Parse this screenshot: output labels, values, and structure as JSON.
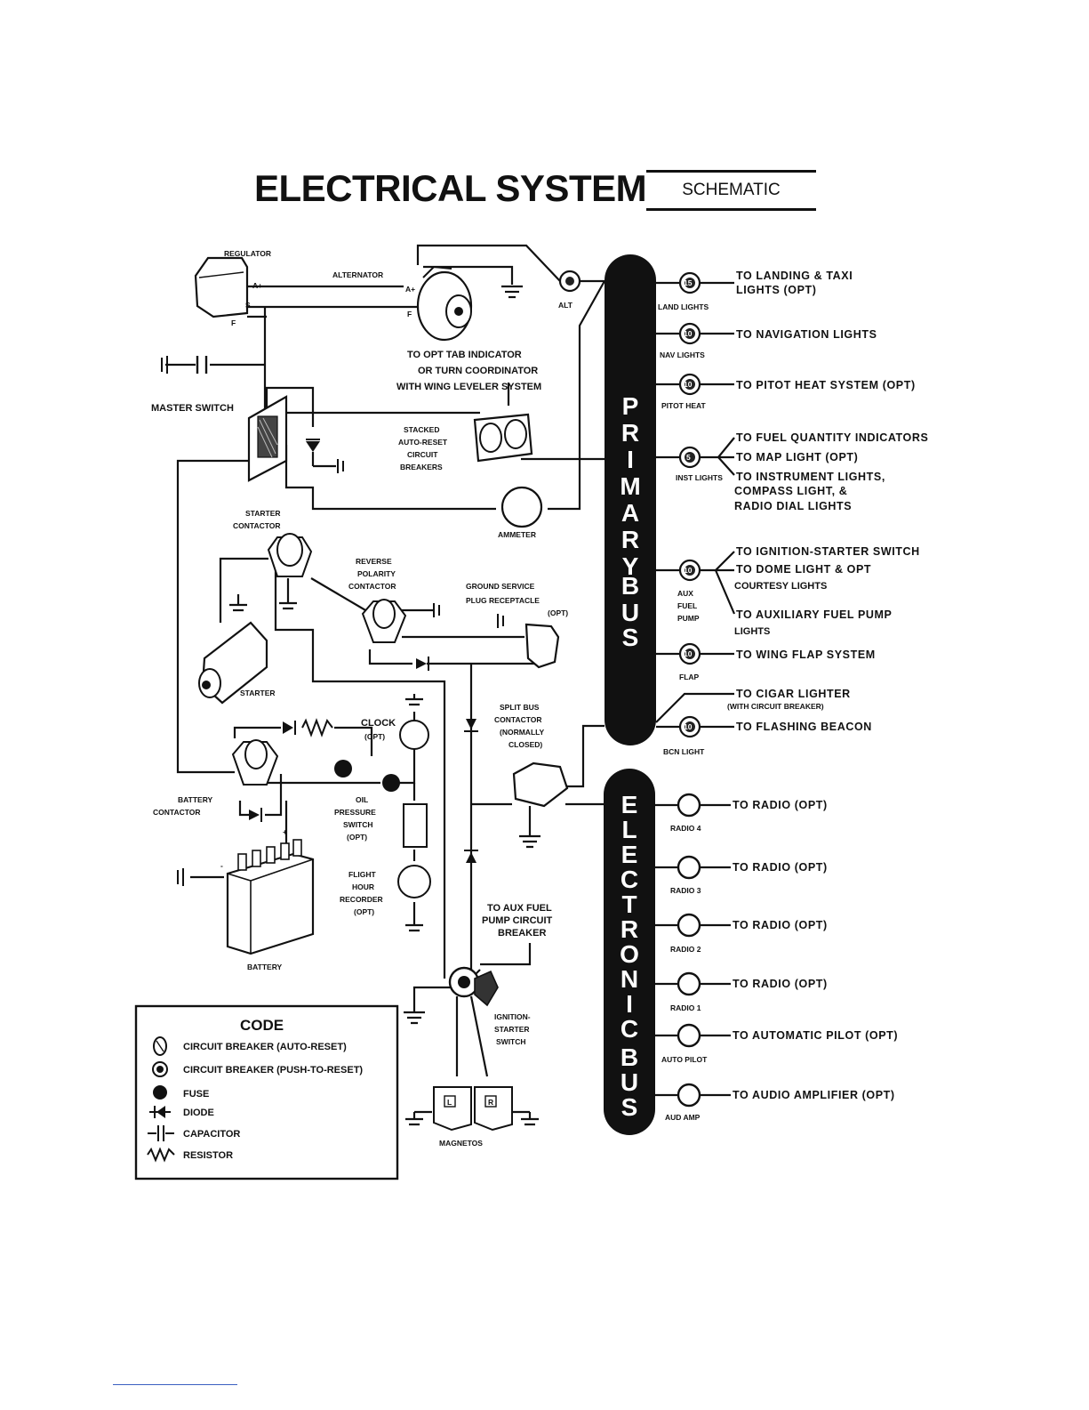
{
  "title": "ELECTRICAL SYSTEM",
  "subtitle": "SCHEMATIC",
  "components": {
    "regulator": "REGULATOR",
    "alternator": "ALTERNATOR",
    "alt_breaker": "ALT",
    "tab_indicator": [
      "TO OPT TAB INDICATOR",
      "OR TURN COORDINATOR",
      "WITH WING LEVELER SYSTEM"
    ],
    "master_switch": "MASTER SWITCH",
    "stacked_breakers": [
      "STACKED",
      "AUTO-RESET",
      "CIRCUIT",
      "BREAKERS"
    ],
    "ammeter": "AMMETER",
    "starter_contactor": [
      "STARTER",
      "CONTACTOR"
    ],
    "reverse_polarity": [
      "REVERSE",
      "POLARITY",
      "CONTACTOR"
    ],
    "ground_service": [
      "GROUND SERVICE",
      "PLUG RECEPTACLE",
      "(OPT)"
    ],
    "starter": "STARTER",
    "clock": [
      "CLOCK",
      "(OPT)"
    ],
    "split_bus": [
      "SPLIT BUS",
      "CONTACTOR",
      "(NORMALLY",
      "CLOSED)"
    ],
    "battery_contactor": [
      "BATTERY",
      "CONTACTOR"
    ],
    "oil_pressure": [
      "OIL",
      "PRESSURE",
      "SWITCH",
      "(OPT)"
    ],
    "flight_hour": [
      "FLIGHT",
      "HOUR",
      "RECORDER",
      "(OPT)"
    ],
    "aux_fuel_pump_cb": [
      "TO AUX FUEL",
      "PUMP CIRCUIT",
      "BREAKER"
    ],
    "battery": "BATTERY",
    "ignition_switch": [
      "IGNITION-",
      "STARTER",
      "SWITCH"
    ],
    "magnetos": "MAGNETOS",
    "magneto_left": "L",
    "magneto_right": "R"
  },
  "primary_bus": {
    "label": "PRIMARY BUS",
    "letters": [
      "P",
      "R",
      "I",
      "M",
      "A",
      "R",
      "Y",
      "B",
      "U",
      "S"
    ],
    "breakers": [
      {
        "name": "LAND LIGHTS",
        "rating": "15",
        "dest": [
          "TO LANDING & TAXI",
          "LIGHTS (OPT)"
        ]
      },
      {
        "name": "NAV LIGHTS",
        "rating": "10",
        "dest": [
          "TO NAVIGATION LIGHTS"
        ]
      },
      {
        "name": "PITOT HEAT",
        "rating": "10",
        "dest": [
          "TO PITOT HEAT SYSTEM (OPT)"
        ]
      },
      {
        "name": "INST LIGHTS",
        "rating": "5",
        "dest": [
          "TO FUEL QUANTITY INDICATORS",
          "TO MAP LIGHT (OPT)",
          "TO INSTRUMENT LIGHTS,",
          "COMPASS LIGHT, &",
          "RADIO DIAL LIGHTS"
        ]
      },
      {
        "name": "AUX FUEL PUMP",
        "rating": "10",
        "dest": [
          "TO IGNITION-STARTER SWITCH",
          "TO DOME LIGHT & OPT",
          "COURTESY LIGHTS",
          "TO AUXILIARY FUEL PUMP",
          "LIGHTS"
        ]
      },
      {
        "name": "FLAP",
        "rating": "10",
        "dest": [
          "TO WING FLAP SYSTEM"
        ]
      },
      {
        "name": "BCN LIGHT",
        "rating": "10",
        "dest": [
          "TO CIGAR LIGHTER",
          "(WITH CIRCUIT BREAKER)",
          "TO FLASHING BEACON"
        ]
      }
    ]
  },
  "electronic_bus": {
    "label": "ELECTRONIC BUS",
    "letters": [
      "E",
      "L",
      "E",
      "C",
      "T",
      "R",
      "O",
      "N",
      "I",
      "C",
      "B",
      "U",
      "S"
    ],
    "breakers": [
      {
        "name": "RADIO 4",
        "dest": "TO RADIO (OPT)"
      },
      {
        "name": "RADIO 3",
        "dest": "TO RADIO (OPT)"
      },
      {
        "name": "RADIO 2",
        "dest": "TO RADIO (OPT)"
      },
      {
        "name": "RADIO 1",
        "dest": "TO RADIO (OPT)"
      },
      {
        "name": "AUTO PILOT",
        "dest": "TO AUTOMATIC PILOT (OPT)"
      },
      {
        "name": "AUD AMP",
        "dest": "TO AUDIO AMPLIFIER (OPT)"
      }
    ]
  },
  "code": {
    "title": "CODE",
    "items": [
      "CIRCUIT BREAKER (AUTO-RESET)",
      "CIRCUIT BREAKER (PUSH-TO-RESET)",
      "FUSE",
      "DIODE",
      "CAPACITOR",
      "RESISTOR"
    ]
  },
  "terminals": {
    "a_plus": "A+",
    "f": "F",
    "s": "S",
    "plus": "+",
    "minus": "-"
  }
}
